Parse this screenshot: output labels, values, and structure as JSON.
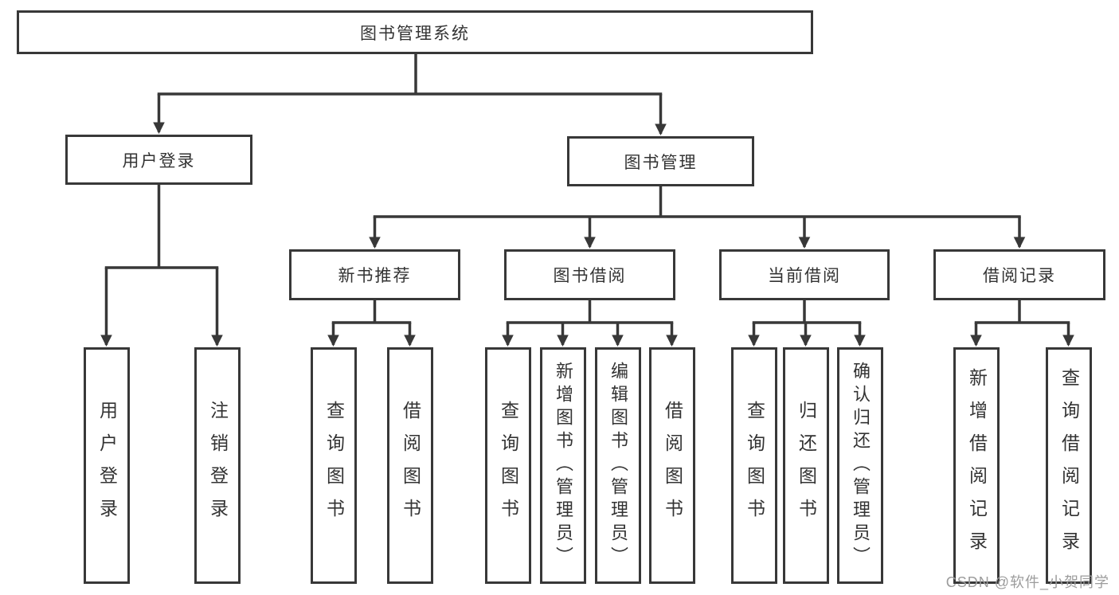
{
  "nodes": {
    "root": "图书管理系统",
    "level2": [
      "用户登录",
      "图书管理"
    ],
    "level3": [
      "新书推荐",
      "图书借阅",
      "当前借阅",
      "借阅记录"
    ],
    "leaves": [
      "用户登录",
      "注销登录",
      "查询图书",
      "借阅图书",
      "查询图书",
      "新增图书（管理员）",
      "编辑图书（管理员）",
      "借阅图书",
      "查询图书",
      "归还图书",
      "确认归还（管理员）",
      "新增借阅记录",
      "查询借阅记录"
    ]
  },
  "watermark": "CSDN @软件_小贺同学",
  "colors": {
    "line": "#383838",
    "text": "#333333",
    "watermark": "#9c9c9c",
    "background": "#ffffff"
  }
}
